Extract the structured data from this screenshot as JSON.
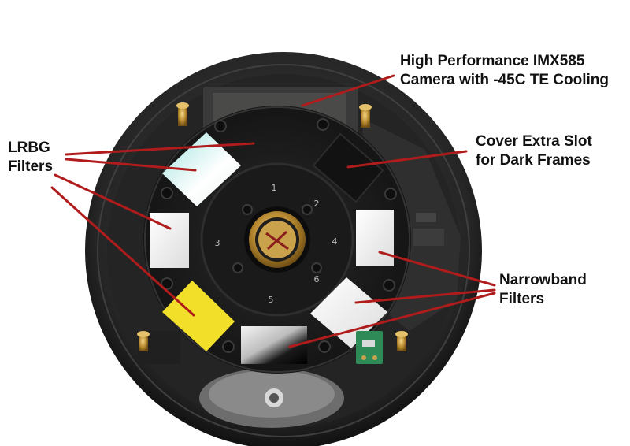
{
  "labels": {
    "camera": [
      "High Performance IMX585",
      "Camera with -45C TE Cooling"
    ],
    "cover": [
      "Cover Extra Slot",
      "for Dark Frames"
    ],
    "lrbg": [
      "LRBG",
      "Filters"
    ],
    "narrowband": [
      "Narrowband",
      "Filters"
    ]
  },
  "wheel_numbers": [
    "1",
    "2",
    "3",
    "4",
    "5",
    "6"
  ],
  "colors": {
    "callout_line": "#b01c1c",
    "housing": "#2b2b2b",
    "wheel": "#1c1c1c",
    "yellow_filter": "#f2df2a",
    "sensor": "#c9b9e8"
  }
}
